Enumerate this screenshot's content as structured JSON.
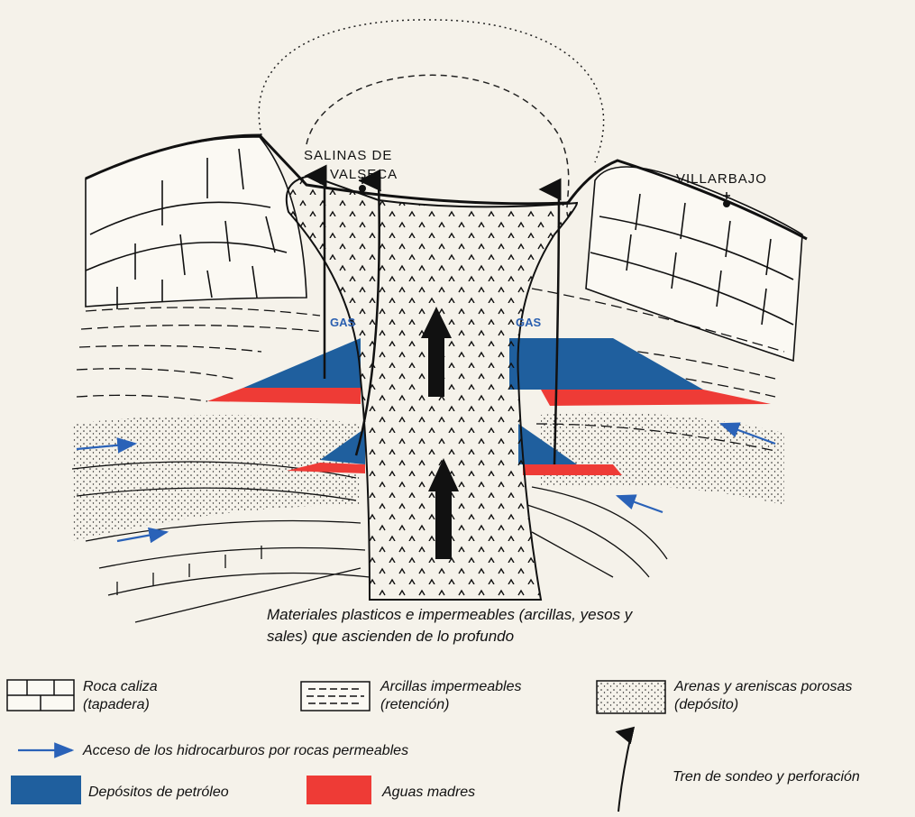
{
  "diagram": {
    "places": {
      "salinas_line1": "SALINAS DE",
      "salinas_line2": "VALSECA",
      "villarbajo": "VILLARBAJO"
    },
    "gas_label": "GAS",
    "caption_line1": "Materiales plasticos e impermeables (arcillas, yesos y",
    "caption_line2": "sales) que ascienden de lo profundo"
  },
  "legend": {
    "roca_caliza_1": "Roca caliza",
    "roca_caliza_2": "(tapadera)",
    "arcillas_1": "Arcillas impermeables",
    "arcillas_2": "(retención)",
    "arenas_1": "Arenas y areniscas porosas",
    "arenas_2": "(depósito)",
    "acceso": "Acceso de los hidrocarburos por rocas permeables",
    "tren": "Tren de sondeo y perforación",
    "petroleo": "Depósitos de petróleo",
    "aguas": "Aguas madres"
  },
  "colors": {
    "oil_blue": "#1f5f9e",
    "water_red": "#ee3b36",
    "ink": "#111111",
    "flow_arrow": "#2a62b8"
  }
}
